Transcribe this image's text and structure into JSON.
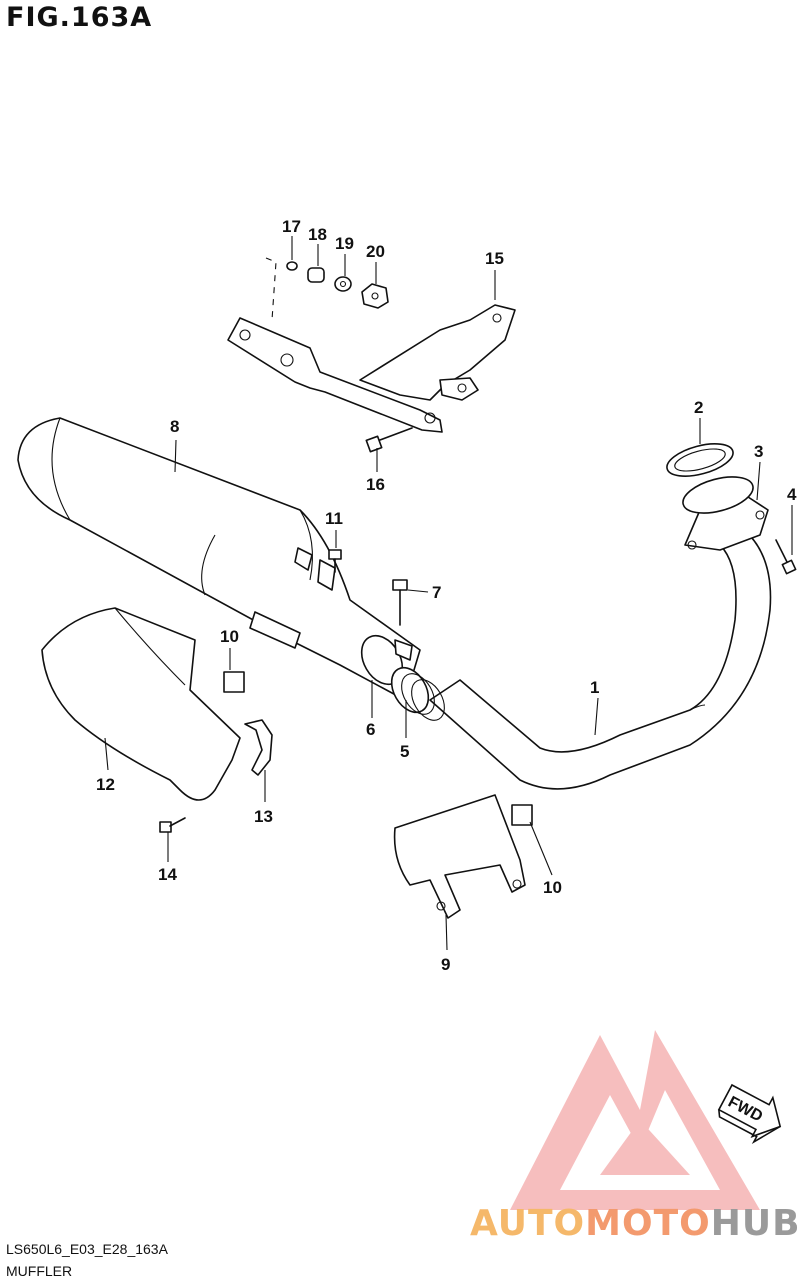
{
  "figure": {
    "title": "FIG.163A"
  },
  "parts": [
    {
      "ref": "1"
    },
    {
      "ref": "2"
    },
    {
      "ref": "3"
    },
    {
      "ref": "4"
    },
    {
      "ref": "5"
    },
    {
      "ref": "6"
    },
    {
      "ref": "7"
    },
    {
      "ref": "8"
    },
    {
      "ref": "9"
    },
    {
      "ref": "10"
    },
    {
      "ref": "10"
    },
    {
      "ref": "11"
    },
    {
      "ref": "12"
    },
    {
      "ref": "13"
    },
    {
      "ref": "14"
    },
    {
      "ref": "15"
    },
    {
      "ref": "16"
    },
    {
      "ref": "17"
    },
    {
      "ref": "18"
    },
    {
      "ref": "19"
    },
    {
      "ref": "20"
    }
  ],
  "direction_arrow": {
    "label": "FWD"
  },
  "footer": {
    "code": "LS650L6_E03_E28_163A",
    "name": "MUFFLER"
  },
  "watermark": {
    "word1": "AUTO",
    "word2": "MOTO",
    "word3": "HUB",
    "colors": [
      "#f5b86a",
      "#f39a6e",
      "#9a9a9a"
    ]
  }
}
